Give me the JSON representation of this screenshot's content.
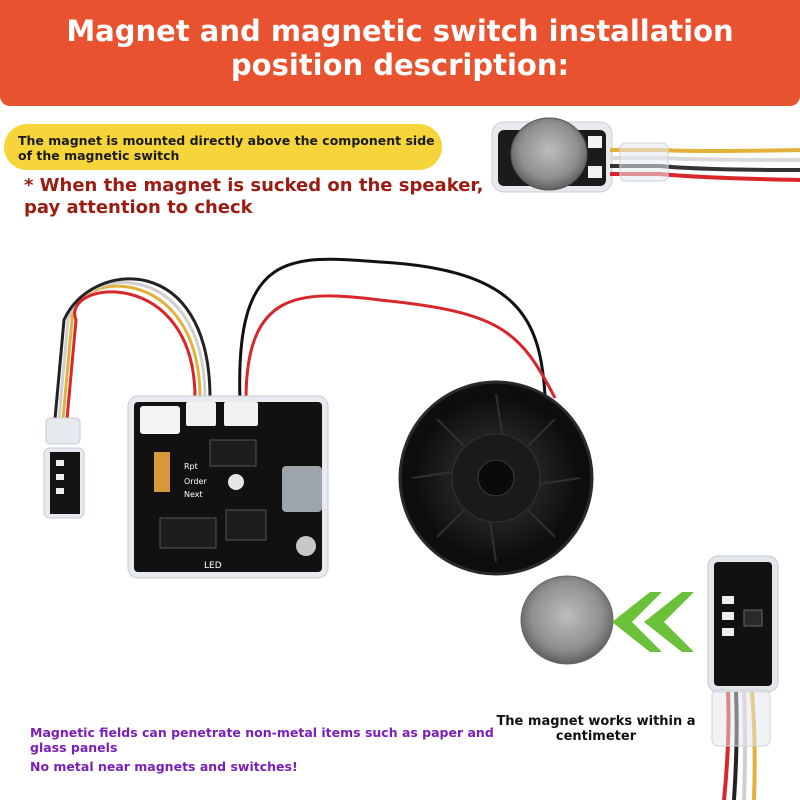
{
  "header": {
    "title": "Magnet and magnetic switch installation position description:"
  },
  "callout": {
    "mount_note": "The magnet is mounted directly above the component side of the magnetic switch"
  },
  "warning": {
    "text": "* When the magnet is sucked on the speaker, pay attention to check"
  },
  "notes": {
    "penetrate": "Magnetic fields can penetrate non-metal items such as paper and glass panels",
    "no_metal": "No metal near magnets and switches!"
  },
  "range_note": "The magnet works within a centimeter",
  "board": {
    "label_rpt": "Rpt",
    "label_order": "Order",
    "label_next": "Next",
    "label_led": "LED"
  },
  "colors": {
    "banner": "#e9522f",
    "pill": "#f5d53a",
    "warning": "#9a1c12",
    "note": "#7a1fb8",
    "arrow": "#6cc13a"
  }
}
